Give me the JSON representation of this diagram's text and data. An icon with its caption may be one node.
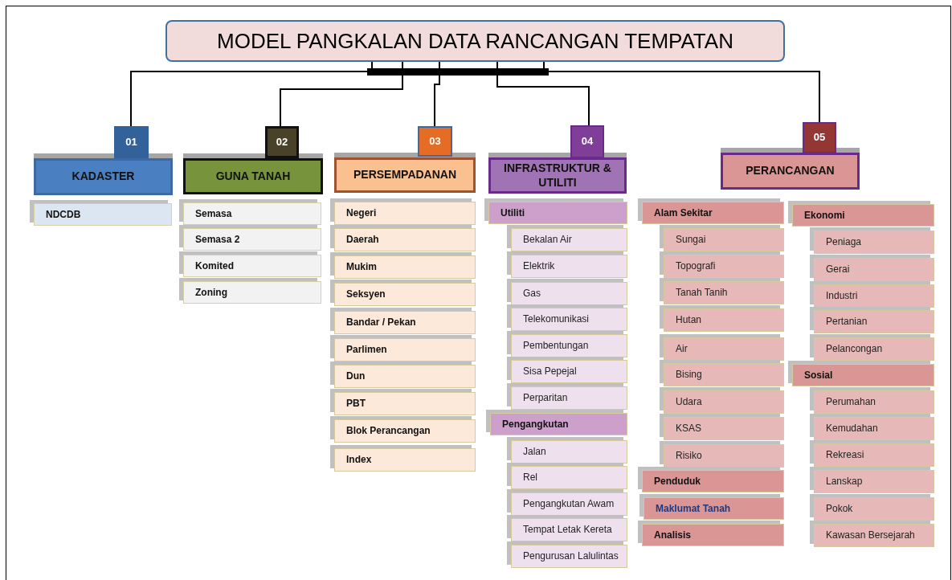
{
  "diagram": {
    "nodes": [
      {
        "text": [
          "MODEL PANGKALAN DATA RANCANGAN TEMPATAN"
        ]
      },
      {
        "text": [
          "01"
        ]
      },
      {
        "text": [
          "KADASTER"
        ]
      },
      {
        "text": [
          "NDCDB"
        ]
      },
      {
        "text": [
          "02"
        ]
      },
      {
        "text": [
          "GUNA TANAH"
        ]
      },
      {
        "text": [
          "Semasa"
        ]
      },
      {
        "text": [
          "Semasa 2"
        ]
      },
      {
        "text": [
          "Komited"
        ]
      },
      {
        "text": [
          "Zoning"
        ]
      },
      {
        "text": [
          "03"
        ]
      },
      {
        "text": [
          "PERSEMPADANAN"
        ]
      },
      {
        "text": [
          "Negeri"
        ]
      },
      {
        "text": [
          "Daerah"
        ]
      },
      {
        "text": [
          "Mukim"
        ]
      },
      {
        "text": [
          "Seksyen"
        ]
      },
      {
        "text": [
          "Bandar / Pekan"
        ]
      },
      {
        "text": [
          "Parlimen"
        ]
      },
      {
        "text": [
          "Dun"
        ]
      },
      {
        "text": [
          "PBT"
        ]
      },
      {
        "text": [
          "Blok Perancangan"
        ]
      },
      {
        "text": [
          "Index"
        ]
      },
      {
        "text": [
          "04"
        ]
      },
      {
        "text": [
          "INFRASTRUKTUR & UTILITI"
        ]
      },
      {
        "text": [
          "Utiliti"
        ]
      },
      {
        "text": [
          "Bekalan Air"
        ]
      },
      {
        "text": [
          "Elektrik"
        ]
      },
      {
        "text": [
          "Gas"
        ]
      },
      {
        "text": [
          "Telekomunikasi"
        ]
      },
      {
        "text": [
          "Pembentungan"
        ]
      },
      {
        "text": [
          "Sisa Pepejal"
        ]
      },
      {
        "text": [
          "Perparitan"
        ]
      },
      {
        "text": [
          "Pengangkutan"
        ]
      },
      {
        "text": [
          "Jalan"
        ]
      },
      {
        "text": [
          "Rel"
        ]
      },
      {
        "text": [
          "Pengangkutan Awam"
        ]
      },
      {
        "text": [
          "Tempat Letak Kereta"
        ]
      },
      {
        "text": [
          "Pengurusan Lalulintas"
        ]
      },
      {
        "text": [
          "05"
        ]
      },
      {
        "text": [
          "PERANCANGAN"
        ]
      },
      {
        "text": [
          "Alam Sekitar"
        ]
      },
      {
        "text": [
          "Sungai"
        ]
      },
      {
        "text": [
          "Topografi"
        ]
      },
      {
        "text": [
          "Tanah Tanih"
        ]
      },
      {
        "text": [
          "Hutan"
        ]
      },
      {
        "text": [
          "Air"
        ]
      },
      {
        "text": [
          "Bising"
        ]
      },
      {
        "text": [
          "Udara"
        ]
      },
      {
        "text": [
          "KSAS"
        ]
      },
      {
        "text": [
          "Risiko"
        ]
      },
      {
        "text": [
          "Penduduk"
        ]
      },
      {
        "text": [
          "Maklumat Tanah"
        ]
      },
      {
        "text": [
          "Analisis"
        ]
      },
      {
        "text": [
          "Ekonomi"
        ]
      },
      {
        "text": [
          "Peniaga"
        ]
      },
      {
        "text": [
          "Gerai"
        ]
      },
      {
        "text": [
          "Industri"
        ]
      },
      {
        "text": [
          "Pertanian"
        ]
      },
      {
        "text": [
          "Pelancongan"
        ]
      },
      {
        "text": [
          "Sosial"
        ]
      },
      {
        "text": [
          "Perumahan"
        ]
      },
      {
        "text": [
          "Kemudahan"
        ]
      },
      {
        "text": [
          "Rekreasi"
        ]
      },
      {
        "text": [
          "Lanskap"
        ]
      },
      {
        "text": [
          "Pokok"
        ]
      },
      {
        "text": [
          "Kawasan Bersejarah"
        ]
      }
    ],
    "edges": [
      {
        "from": 0,
        "to": 1,
        "arrow": "none"
      },
      {
        "from": 0,
        "to": 4,
        "arrow": "none"
      },
      {
        "from": 0,
        "to": 10,
        "arrow": "none"
      },
      {
        "from": 0,
        "to": 22,
        "arrow": "none"
      },
      {
        "from": 0,
        "to": 38,
        "arrow": "none"
      }
    ]
  }
}
